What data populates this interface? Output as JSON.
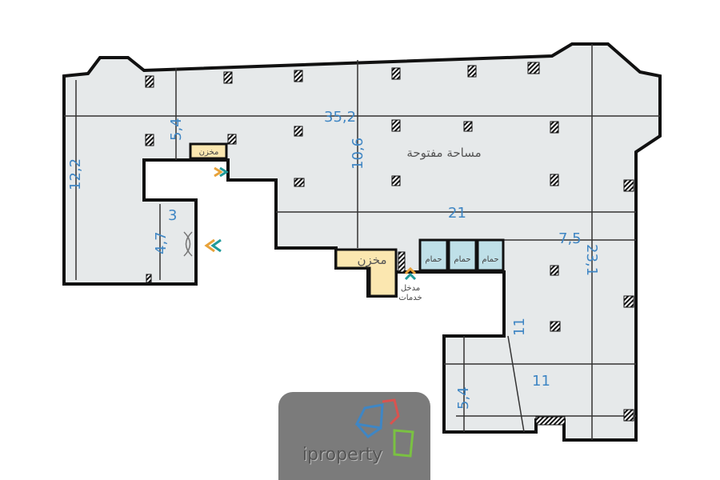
{
  "plan": {
    "area_label": "مساحة مفتوحة",
    "storage_label": "مخزن",
    "bathroom_label": "حمام",
    "service_entrance_line1": "مدخل",
    "service_entrance_line2": "خدمات",
    "dimensions": {
      "top_length": "35,2",
      "left_depth": "5,4",
      "left_height": "12,2",
      "center_depth": "10,6",
      "middle_length": "21",
      "notch_width": "3",
      "notch_height": "4,7",
      "right_width": "7,5",
      "right_height": "23,1",
      "wing_height": "11",
      "wing_width": "11",
      "wing_bottom": "5,4"
    }
  },
  "logo": {
    "text": "iproperty",
    "colors": [
      "#3f86c4",
      "#d9534f",
      "#7ac142"
    ]
  },
  "colors": {
    "wall": "#111111",
    "floor": "#e6e9ea",
    "dimension": "#3f86c4",
    "storage": "#fbe7b0",
    "bathroom": "#bfe0e8"
  }
}
